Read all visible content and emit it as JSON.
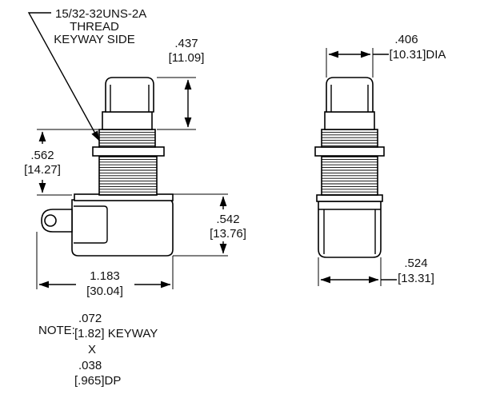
{
  "callouts": {
    "thread": "15/32-32UNS-2A",
    "thread_line2": "THREAD",
    "thread_line3": "KEYWAY SIDE"
  },
  "dimensions": {
    "cap_height_in": ".437",
    "cap_height_mm": "[11.09]",
    "cap_dia_in": ".406",
    "cap_dia_mm": "[10.31]DIA",
    "thread_len_in": ".562",
    "thread_len_mm": "[14.27]",
    "body_height_in": ".542",
    "body_height_mm": "[13.76]",
    "body_len_in": "1.183",
    "body_len_mm": "[30.04]",
    "body_width_in": ".524",
    "body_width_mm": "[13.31]"
  },
  "note": {
    "label": "NOTE:",
    "keyway_w_in": ".072",
    "keyway_w_mm": "[1.82] KEYWAY",
    "times": "X",
    "keyway_d_in": ".038",
    "keyway_d_mm": "[.965]DP"
  }
}
